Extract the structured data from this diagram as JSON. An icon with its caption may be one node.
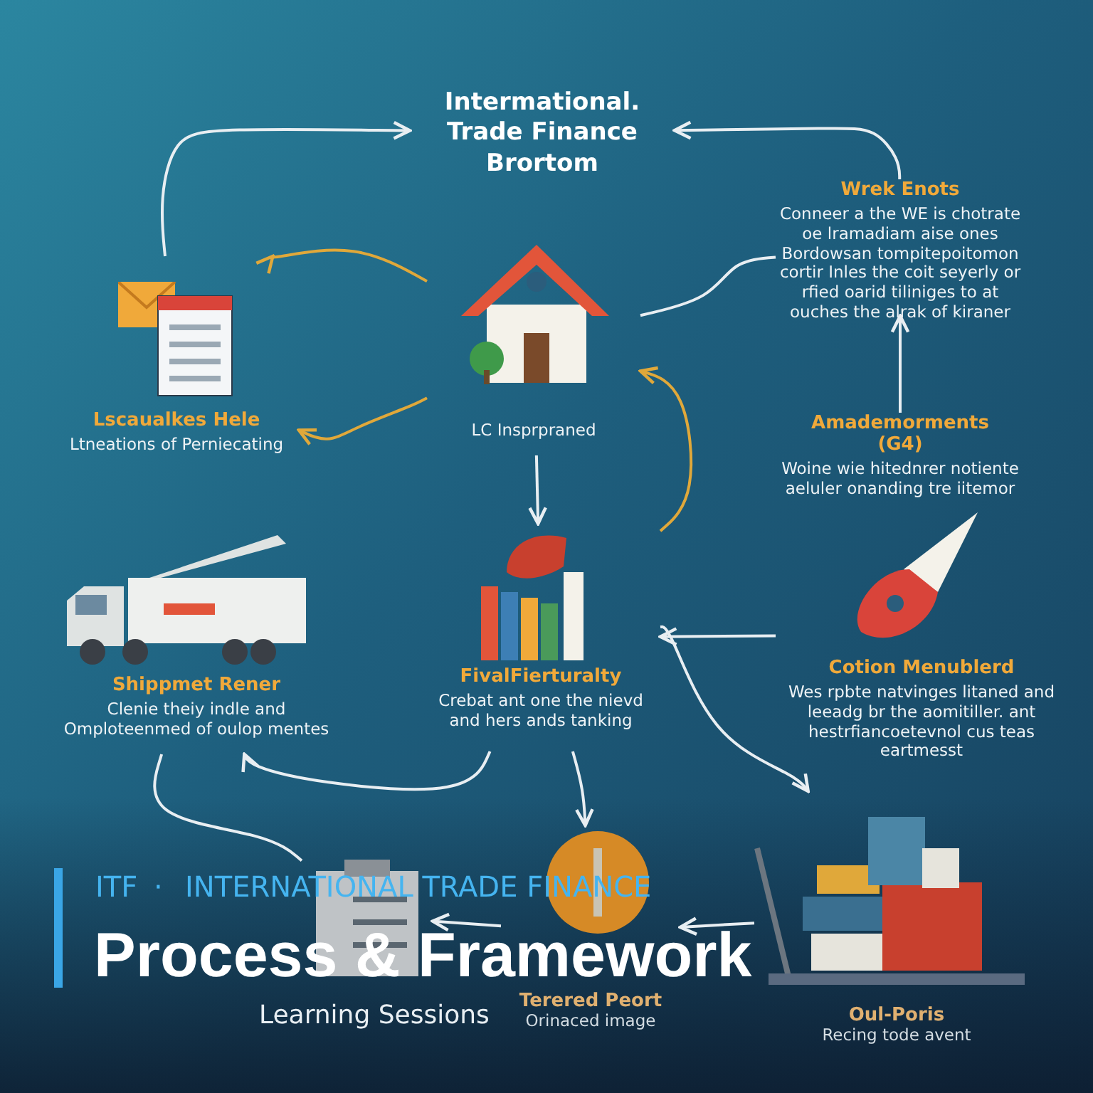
{
  "diagram": {
    "nodes": [
      {
        "text": [
          "Intermational. Trade Finance Brortom"
        ]
      },
      {
        "text": [
          "Lscaualkes Hele",
          "Ltneations of Perniecating"
        ]
      },
      {
        "text": [
          "LC Insprpraned"
        ]
      },
      {
        "text": [
          "Wrek Enots",
          "Conneer a the WE is chotrate oe lramadiam aise ones Bordowsan tompitepoitomon cortir Inles the coit seyerly or rfied oarid tiliniges to at ouches the alrak of kiraner"
        ]
      },
      {
        "text": [
          "Amademorments",
          "(G4)",
          "Woine wie hitednrer notiente aeluler onanding tre iitemor"
        ]
      },
      {
        "text": [
          "Shippmet Rener",
          "Clenie theiy indle and Omploteenmed of oulop mentes"
        ]
      },
      {
        "text": [
          "FivalFierturalty",
          "Crebat ant one the nievd and hers ands tanking"
        ]
      },
      {
        "text": [
          "Cotion Menublerd",
          "Wes rpbte natvinges litaned and leeadg br the aomitiller. ant hestrfiancoetevnol cus teas eartmesst"
        ]
      },
      {
        "text": [],
        "shape": "picture"
      },
      {
        "text": [
          "Terered Peort",
          "Orinaced image"
        ]
      },
      {
        "text": [
          "Oul-Poris",
          "Recing tode avent"
        ]
      }
    ],
    "edges": [
      {
        "from": 1,
        "to": 0,
        "arrow": "to"
      },
      {
        "from": 3,
        "to": 0,
        "arrow": "to"
      },
      {
        "from": 2,
        "to": 1,
        "arrow": "to",
        "color": "#e0a83a"
      },
      {
        "from": 2,
        "to": 1,
        "arrow": "to",
        "color": "#e0a83a"
      },
      {
        "from": 2,
        "to": 6,
        "arrow": "to"
      },
      {
        "from": 4,
        "to": 3,
        "arrow": "to"
      },
      {
        "from": 3,
        "to": 2,
        "arrow": "none"
      },
      {
        "from": 6,
        "to": 2,
        "arrow": "to",
        "color": "#e0a83a"
      },
      {
        "from": 7,
        "to": 6,
        "arrow": "to"
      },
      {
        "from": 6,
        "to": 10,
        "arrow": "to"
      },
      {
        "from": 6,
        "to": 5,
        "arrow": "to"
      },
      {
        "from": 6,
        "to": 9,
        "arrow": "to"
      },
      {
        "from": 10,
        "to": 9,
        "arrow": "to"
      },
      {
        "from": 9,
        "to": 8,
        "arrow": "to"
      },
      {
        "from": 5,
        "to": 8,
        "arrow": "none"
      }
    ],
    "labels": [
      "ITF",
      "·",
      "INTERNATIONAL TRADE FINANCE",
      "Process & Framework",
      "Learning Sessions"
    ]
  }
}
